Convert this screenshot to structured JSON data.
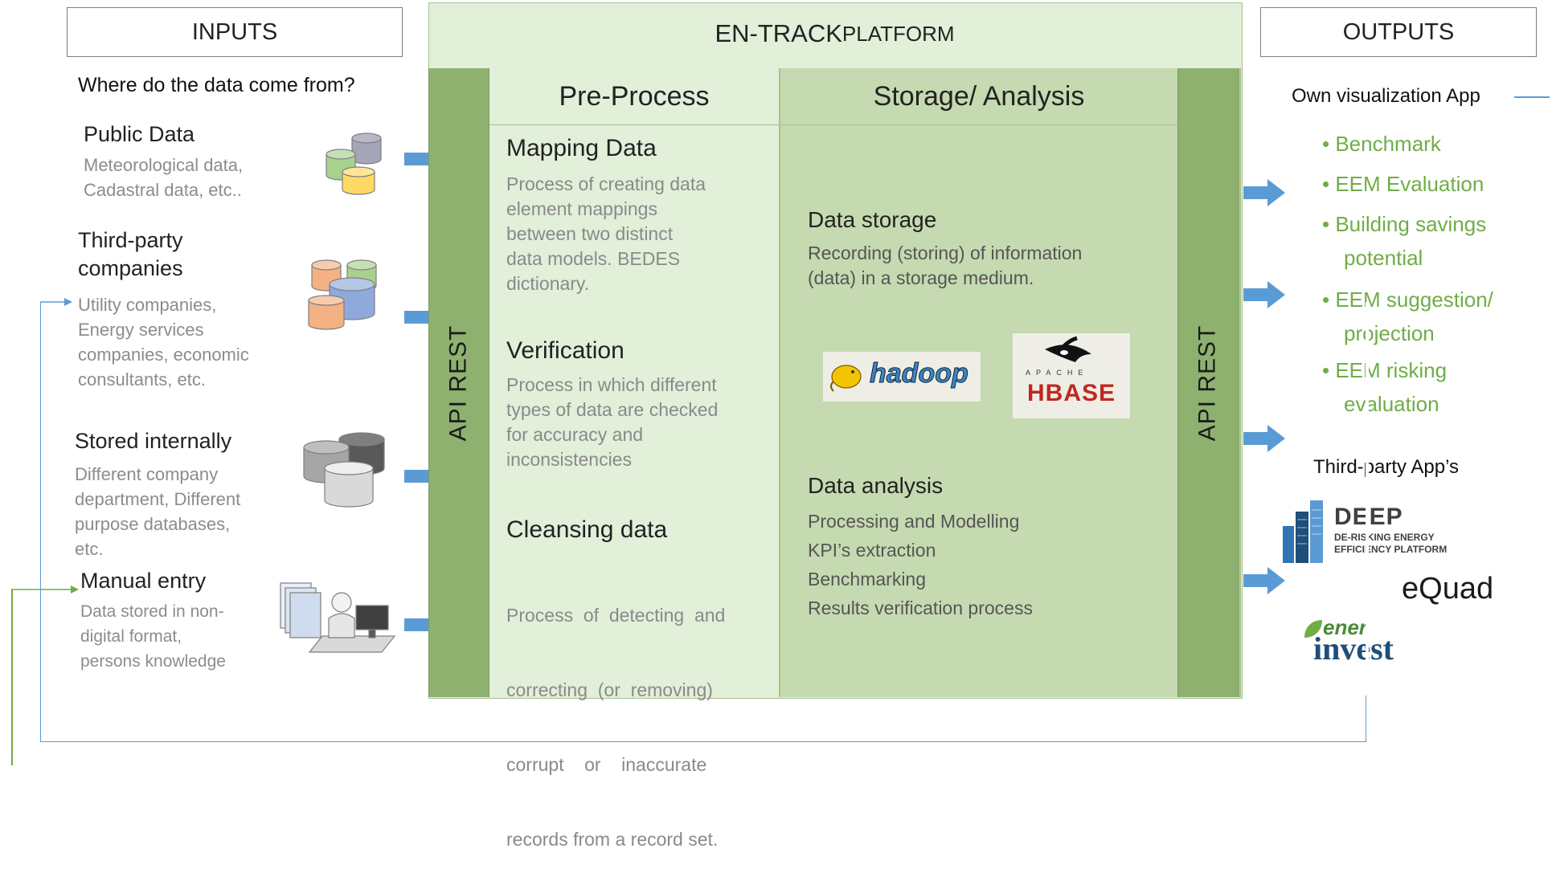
{
  "inputs": {
    "header": "INPUTS",
    "question": "Where do the data come from?",
    "items": [
      {
        "title": "Public Data",
        "body": [
          "Meteorological  data,",
          "Cadastral data,  etc.."
        ]
      },
      {
        "title": "Third-party",
        "title2": "companies",
        "body": [
          "Utility companies,",
          "Energy services",
          "companies, economic",
          "consultants, etc."
        ]
      },
      {
        "title": "Stored internally",
        "body": [
          "Different company",
          "department,  Different",
          "purpose databases,",
          "etc."
        ]
      },
      {
        "title": "Manual entry",
        "body": [
          "Data stored in non-",
          "digital format,",
          "persons knowledge"
        ]
      }
    ]
  },
  "platform": {
    "title_main": "EN-TRACK",
    "title_sub": " PLATFORM",
    "api_left": "API REST",
    "api_right": "API REST",
    "preprocess": {
      "header": "Pre-Process",
      "sections": [
        {
          "title": "Mapping Data",
          "body": [
            "Process of creating data",
            "element mappings",
            "between two distinct",
            "data models. BEDES",
            "dictionary."
          ]
        },
        {
          "title": "Verification",
          "body": [
            "Process in which different",
            "types of data are checked",
            "for accuracy and",
            "inconsistencies"
          ]
        },
        {
          "title": "Cleansing data",
          "body": [
            "Process  of  detecting  and",
            "correcting  (or  removing)",
            "corrupt    or    inaccurate",
            "records from a record set."
          ]
        }
      ]
    },
    "storage": {
      "header": "Storage/ Analysis",
      "data_storage": {
        "title": "Data storage",
        "body": [
          "Recording (storing) of information",
          "(data) in a storage medium."
        ]
      },
      "logos": {
        "hadoop": "hadoop",
        "hbase_top": "APACHE",
        "hbase": "HBASE"
      },
      "data_analysis": {
        "title": "Data analysis",
        "body": [
          "Processing and Modelling",
          "KPI’s extraction",
          "Benchmarking",
          "Results verification process"
        ]
      }
    }
  },
  "outputs": {
    "header": "OUTPUTS",
    "own_app": "Own visualization App",
    "bullets": [
      "Benchmark",
      "EEM Evaluation",
      "Building savings",
      "potential",
      "EEM suggestion/",
      "projection",
      "EEM risking",
      "evaluation"
    ],
    "third_party": "Third-party App’s",
    "logos": {
      "deep": "DEEP",
      "deep_sub1": "DE-RISKING ENERGY",
      "deep_sub2": "EFFICIENCY PLATFORM",
      "equad": "eQuad",
      "ener": "ener",
      "invest": "invest"
    }
  },
  "colors": {
    "platform_light": "#e2efd9",
    "platform_mid": "#c5dab0",
    "api_green": "#8fb170",
    "arrow_blue": "#5b9bd5",
    "bullet_green": "#70ad47"
  }
}
